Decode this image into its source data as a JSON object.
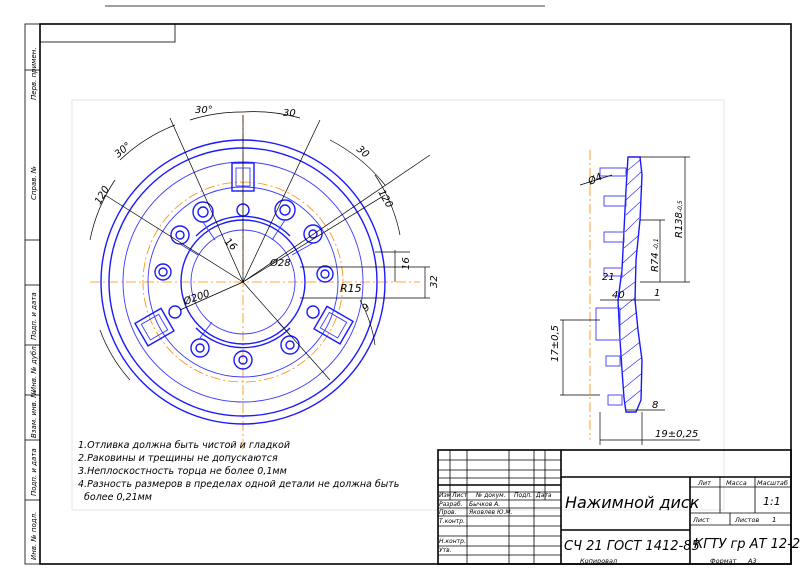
{
  "stamp": {
    "title": "Нажимной диск",
    "material": "СЧ 21 ГОСТ 1412-85",
    "org": "КГТУ гр АТ 12-2",
    "lit_label": "Лит",
    "mass_label": "Масса",
    "scale_label": "Масштаб",
    "scale_value": "1:1",
    "sheet_label": "Лист",
    "sheets_label": "Листов",
    "sheets_value": "1",
    "rows": {
      "izm": "Изм",
      "list": "Лист",
      "docnum": "№ докум.",
      "sign": "Подп.",
      "date": "Дата",
      "razrab": "Разраб.",
      "razrab_name": "Бычков А.",
      "prov": "Пров.",
      "prov_name": "Яковлев Ю.М.",
      "tkontr": "Т.контр.",
      "nkontr": "Н.контр.",
      "utv": "Утв."
    },
    "copy_label": "Копировал",
    "format_label": "Формат",
    "format_value": "А3"
  },
  "side_labels": [
    "Перв. примен.",
    "Справ. №",
    "Подп. и дата",
    "Инв. № дубл.",
    "Взам. инв. №",
    "Подп. и дата",
    "Инв. № подл."
  ],
  "notes": [
    "1.Отливка должна быть чистой и гладкой",
    "2.Раковины и трещины не допускаются",
    "3.Неплоскостность торца не более 0,1мм",
    "4.Разность размеров в пределах одной детали не должна быть",
    "  более 0,21мм"
  ],
  "dims": {
    "a30_1": "30°",
    "a30_2": "30",
    "a30_3": "30°",
    "a30_4": "30",
    "a120_1": "120",
    "a120_2": "120",
    "r16": "16",
    "d28": "Ø28",
    "d200": "Ø200",
    "r15": "R15",
    "d32": "32",
    "d16": "16",
    "d9": "9",
    "d4": "Ø4",
    "r138": "R138",
    "r138_tol": "-0,5",
    "r74": "R74",
    "r74_tol": "-0,1",
    "d21": "21",
    "d40": "40",
    "d1": "1",
    "d17": "17±0,5",
    "d8": "8",
    "d19": "19±0,25"
  }
}
